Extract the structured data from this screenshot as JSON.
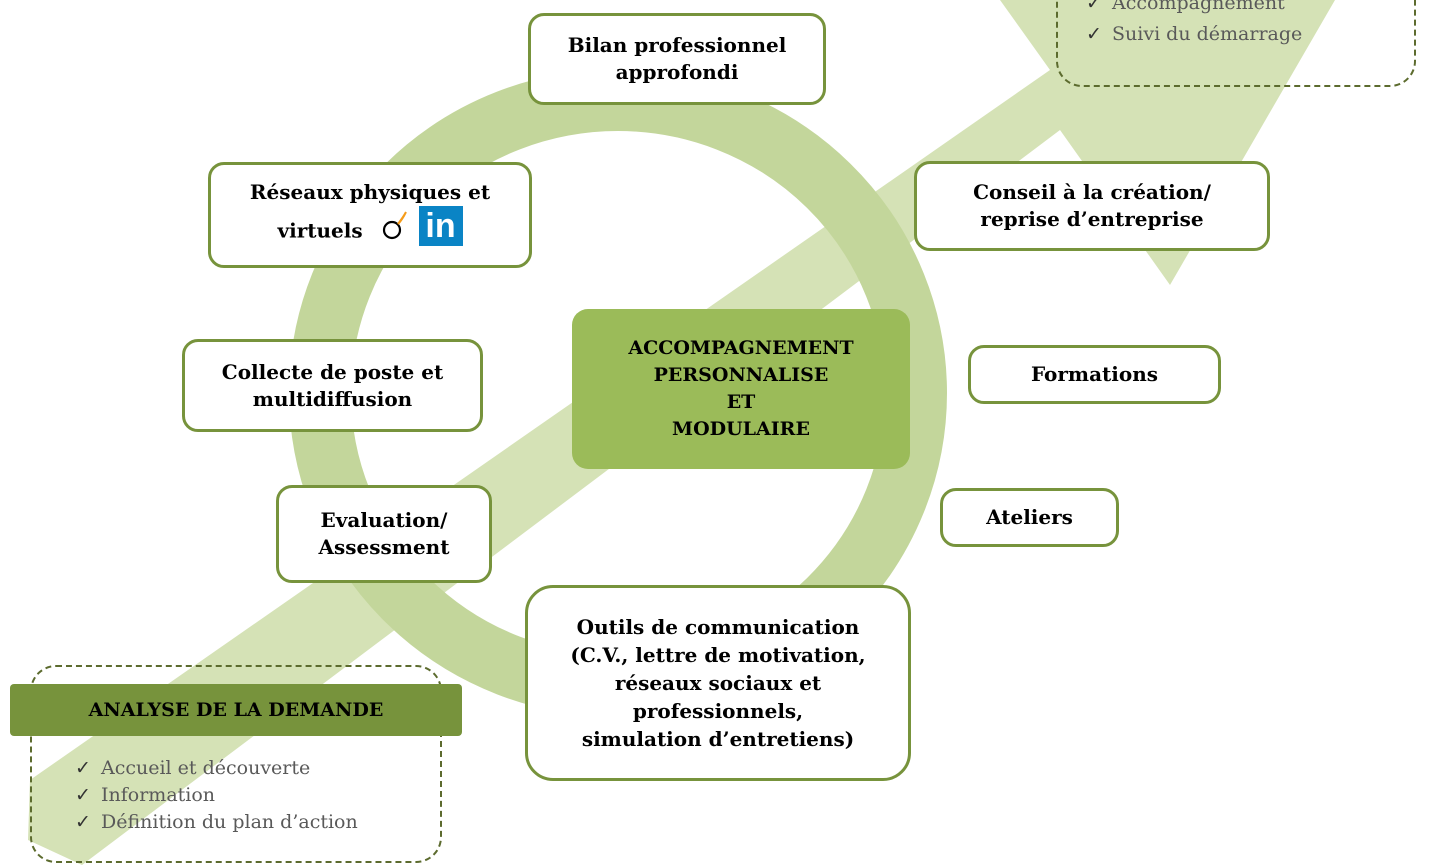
{
  "colors": {
    "arrow": "#d5e2b6",
    "ring": "#c3d69b",
    "box_border": "#77933c",
    "center_fill": "#9bbb59",
    "header_fill": "#77933c",
    "list_text": "#595959"
  },
  "center": {
    "line1": "ACCOMPAGNEMENT",
    "line2": "PERSONNALISE",
    "line3": "ET",
    "line4": "MODULAIRE"
  },
  "boxes": {
    "bilan": {
      "line1": "Bilan professionnel",
      "line2": "approfondi"
    },
    "reseaux": {
      "line1": "Réseaux physiques et",
      "line2": "virtuels"
    },
    "collecte": {
      "line1": "Collecte de poste et",
      "line2": "multidiffusion"
    },
    "evaluation": {
      "line1": "Evaluation/",
      "line2": "Assessment"
    },
    "conseil": {
      "line1": "Conseil à la création/",
      "line2": "reprise d’entreprise"
    },
    "formations": {
      "label": "Formations"
    },
    "ateliers": {
      "label": "Ateliers"
    },
    "outils": {
      "line1": "Outils de communication",
      "line2": "(C.V., lettre de motivation,",
      "line3": "réseaux sociaux et",
      "line4": "professionnels,",
      "line5": "simulation d’entretiens)"
    }
  },
  "icons": {
    "viadeo": "viadeo-icon",
    "linkedin": "linkedin-icon",
    "linkedin_text": "in"
  },
  "analyse": {
    "title": "ANALYSE DE LA DEMANDE",
    "items": [
      "Accueil et découverte",
      "Information",
      "Définition du plan d’action"
    ]
  },
  "top_panel": {
    "items": [
      "Accompagnement",
      "Suivi du démarrage"
    ]
  }
}
